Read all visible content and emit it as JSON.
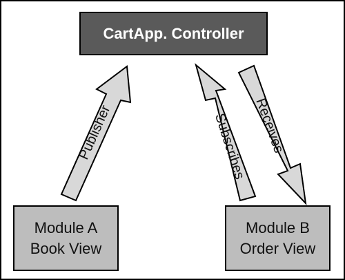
{
  "controller": {
    "label": "CartApp. Controller",
    "fill": "#5a5a5a",
    "text_color": "#ffffff"
  },
  "modules": [
    {
      "line1": "Module A",
      "line2": "Book View",
      "fill": "#bdbdbd"
    },
    {
      "line1": "Module B",
      "line2": "Order View",
      "fill": "#bdbdbd"
    }
  ],
  "arrows": {
    "publisher": {
      "label": "Publisher",
      "direction": "up"
    },
    "subscribes": {
      "label": "Subscribes",
      "direction": "up"
    },
    "receives": {
      "label": "Receives",
      "direction": "down"
    },
    "fill": "#d8d8d8",
    "stroke": "#000000"
  }
}
